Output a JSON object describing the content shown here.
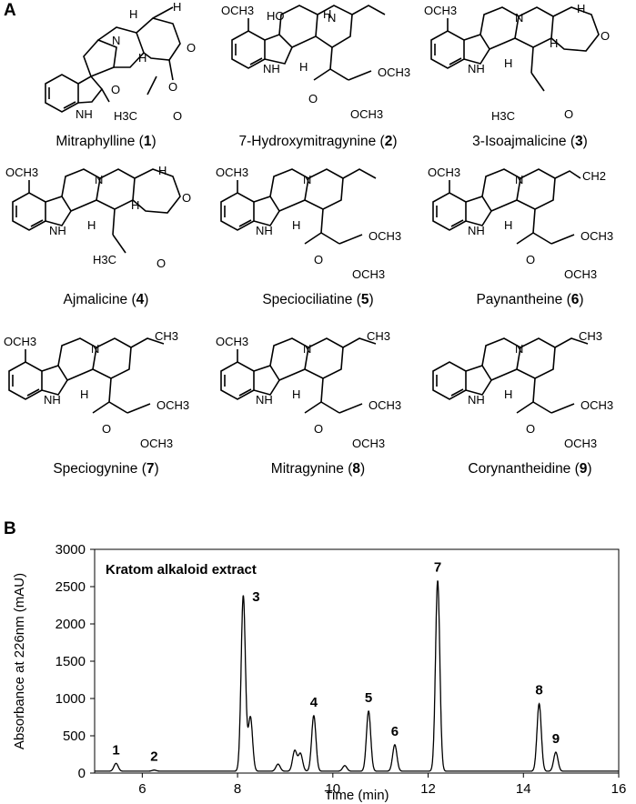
{
  "panel_a": {
    "letter": "A",
    "compounds": [
      {
        "name": "Mitraphylline",
        "num": "1",
        "labels": [
          "H",
          "H",
          "H",
          "N",
          "O",
          "O",
          "NH",
          "O",
          "H3C",
          "O"
        ]
      },
      {
        "name": "7-Hydroxymitragynine",
        "num": "2",
        "labels": [
          "OCH3",
          "HO",
          "N",
          "NH",
          "H",
          "H",
          "OCH3",
          "O",
          "OCH3"
        ]
      },
      {
        "name": "3-Isoajmalicine",
        "num": "3",
        "labels": [
          "OCH3",
          "N",
          "NH",
          "H",
          "H",
          "H",
          "O",
          "H3C",
          "O"
        ]
      },
      {
        "name": "Ajmalicine",
        "num": "4",
        "labels": [
          "OCH3",
          "N",
          "NH",
          "H",
          "H",
          "H",
          "O",
          "H3C",
          "O"
        ]
      },
      {
        "name": "Speciociliatine",
        "num": "5",
        "labels": [
          "OCH3",
          "N",
          "NH",
          "H",
          "OCH3",
          "O",
          "OCH3"
        ]
      },
      {
        "name": "Paynantheine",
        "num": "6",
        "labels": [
          "OCH3",
          "N",
          "CH2",
          "NH",
          "H",
          "OCH3",
          "O",
          "OCH3"
        ]
      },
      {
        "name": "Speciogynine",
        "num": "7",
        "labels": [
          "OCH3",
          "CH3",
          "N",
          "NH",
          "H",
          "OCH3",
          "O",
          "OCH3"
        ]
      },
      {
        "name": "Mitragynine",
        "num": "8",
        "labels": [
          "OCH3",
          "CH3",
          "N",
          "NH",
          "H",
          "OCH3",
          "O",
          "OCH3"
        ]
      },
      {
        "name": "Corynantheidine",
        "num": "9",
        "labels": [
          "CH3",
          "N",
          "NH",
          "H",
          "OCH3",
          "O",
          "OCH3"
        ]
      }
    ]
  },
  "panel_b": {
    "letter": "B"
  },
  "chart_data": {
    "type": "line",
    "title": "Kratom alkaloid extract",
    "xlabel": "Time (min)",
    "ylabel": "Absorbance at 226nm (mAU)",
    "xlim": [
      5,
      16
    ],
    "ylim": [
      0,
      3000
    ],
    "xticks": [
      6,
      8,
      10,
      12,
      14,
      16
    ],
    "yticks": [
      0,
      500,
      1000,
      1500,
      2000,
      2500,
      3000
    ],
    "grid": false,
    "baseline": 25,
    "peaks": [
      {
        "label": "1",
        "x": 5.45,
        "y": 130
      },
      {
        "label": "2",
        "x": 6.25,
        "y": 40
      },
      {
        "label": "3",
        "x": 8.12,
        "y": 2380
      },
      {
        "label": "",
        "x": 8.27,
        "y": 750
      },
      {
        "label": "",
        "x": 8.85,
        "y": 120
      },
      {
        "label": "",
        "x": 9.2,
        "y": 300
      },
      {
        "label": "",
        "x": 9.32,
        "y": 260
      },
      {
        "label": "4",
        "x": 9.6,
        "y": 770
      },
      {
        "label": "",
        "x": 10.25,
        "y": 100
      },
      {
        "label": "5",
        "x": 10.75,
        "y": 830
      },
      {
        "label": "6",
        "x": 11.3,
        "y": 380
      },
      {
        "label": "7",
        "x": 12.2,
        "y": 2580
      },
      {
        "label": "8",
        "x": 14.33,
        "y": 930
      },
      {
        "label": "9",
        "x": 14.68,
        "y": 280
      }
    ]
  }
}
